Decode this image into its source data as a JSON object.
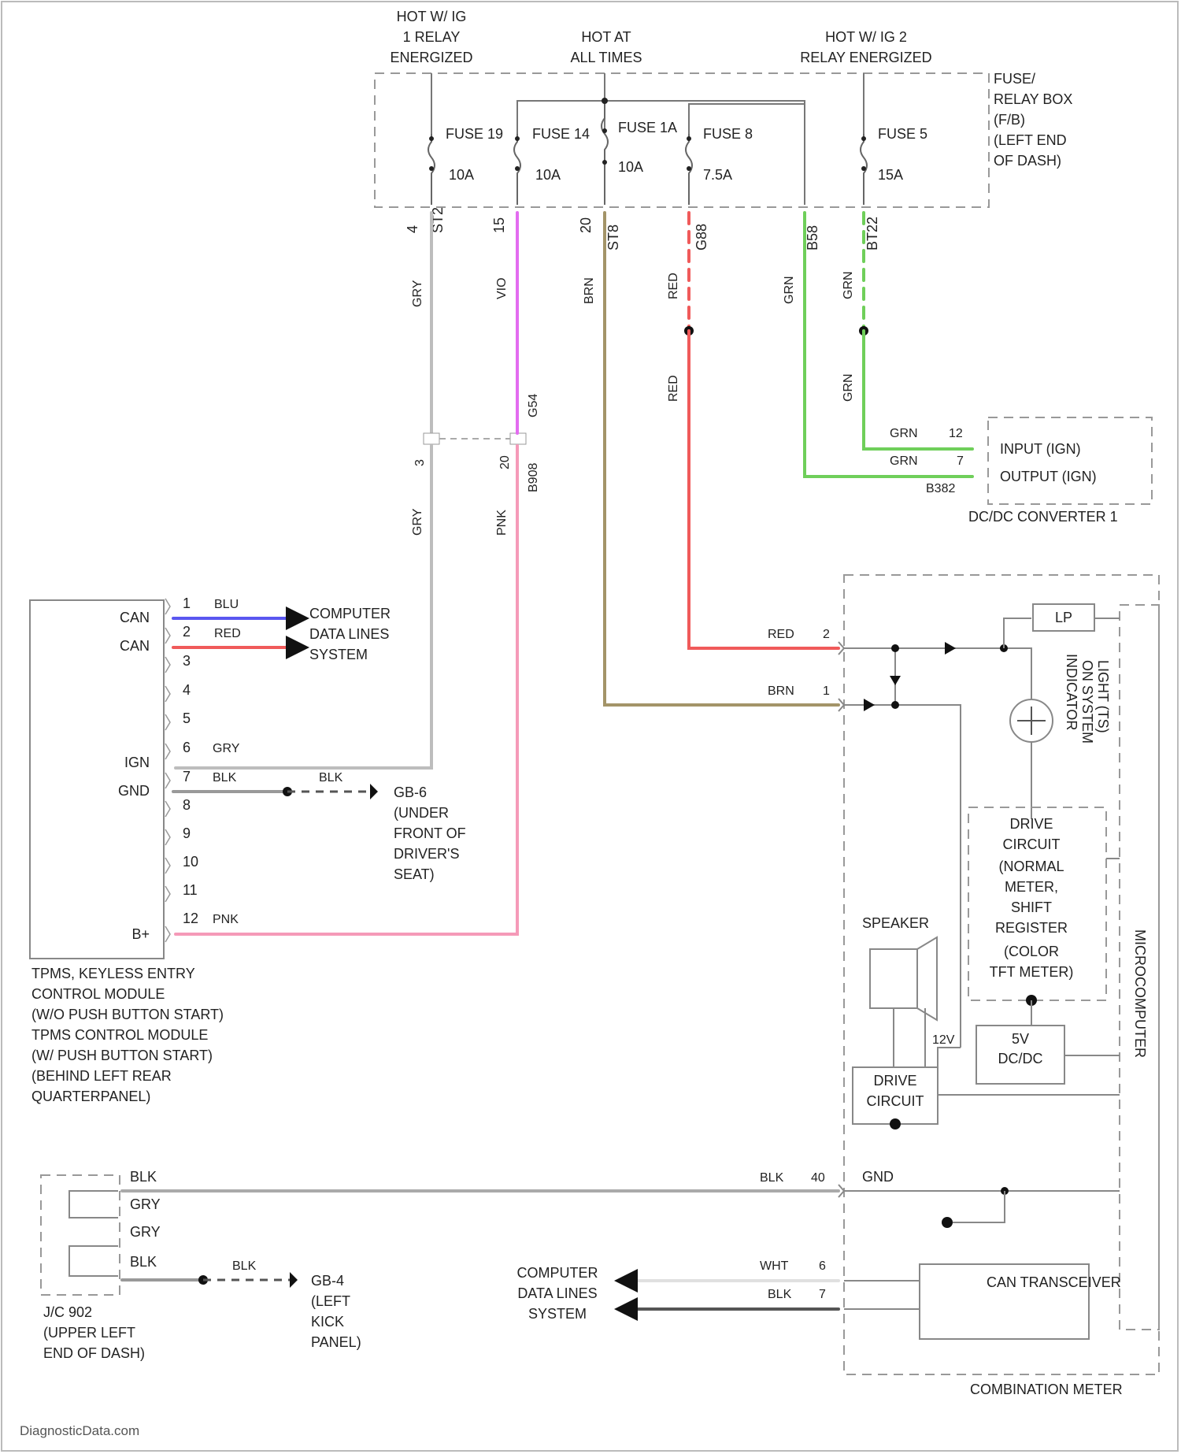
{
  "wire_colors": {
    "GRY": "#9e9e9e",
    "VIO": "#e36cf0",
    "BRN": "#a39468",
    "RED": "#f05a5a",
    "GRN": "#6fcf5a",
    "BLU": "#5a57f0",
    "PNK": "#f59ab8",
    "BLK": "#555555",
    "WHT": "#dddddd"
  },
  "header": {
    "hot_ig1": [
      "HOT W/ IG",
      "1 RELAY",
      "ENERGIZED"
    ],
    "hot_all": [
      "HOT AT",
      "ALL TIMES"
    ],
    "hot_ig2": [
      "HOT W/ IG 2",
      "RELAY ENERGIZED"
    ]
  },
  "fuse_box": {
    "label": [
      "FUSE/",
      "RELAY BOX",
      "(F/B)",
      "(LEFT END",
      "OF DASH)"
    ],
    "fuses": [
      {
        "name": "FUSE 19",
        "rating": "10A"
      },
      {
        "name": "FUSE 14",
        "rating": "10A"
      },
      {
        "name": "FUSE 1A",
        "rating": "10A"
      },
      {
        "name": "FUSE 8",
        "rating": "7.5A"
      },
      {
        "name": "FUSE 5",
        "rating": "15A"
      }
    ],
    "pins": [
      "4",
      "15",
      "20",
      "",
      "",
      ""
    ],
    "connectors": [
      "ST2",
      "",
      "ST8",
      "G88",
      "B58",
      "BT22"
    ]
  },
  "wires": {
    "fuse19": "GRY",
    "fuse14": "VIO",
    "fuse1a": "BRN",
    "fuse8_a": "RED",
    "fuse8_b": "RED",
    "feed_a": "GRN",
    "feed_b": "GRN",
    "fuse5": "GRN",
    "vio_conn": "G54",
    "lower_gry": "GRY",
    "lower_pnk": "PNK",
    "junction_pin_a": "3",
    "junction_pin_b": "20",
    "junction_conn": "B908"
  },
  "dcdc": {
    "label": "DC/DC CONVERTER 1",
    "input": "INPUT (IGN)",
    "output": "OUTPUT (IGN)",
    "input_wire": "GRN",
    "input_pin": "12",
    "output_wire": "GRN",
    "output_pin": "7",
    "conn": "B382"
  },
  "tpms": {
    "pins": [
      "1",
      "2",
      "3",
      "4",
      "5",
      "6",
      "7",
      "8",
      "9",
      "10",
      "11",
      "12"
    ],
    "can1": "CAN",
    "can2": "CAN",
    "ign": "IGN",
    "gnd": "GND",
    "bplus": "B+",
    "wire_blu": "BLU",
    "wire_red": "RED",
    "wire_gry": "GRY",
    "wire_blk": "BLK",
    "wire_blk2": "BLK",
    "wire_pnk": "PNK",
    "data_lines": [
      "COMPUTER",
      "DATA LINES",
      "SYSTEM"
    ],
    "ground": [
      "GB-6",
      "(UNDER",
      "FRONT OF",
      "DRIVER'S",
      "SEAT)"
    ],
    "label": [
      "TPMS, KEYLESS ENTRY",
      "CONTROL MODULE",
      "(W/O PUSH BUTTON START)",
      "TPMS CONTROL MODULE",
      "(W/ PUSH BUTTON START)",
      "(BEHIND LEFT REAR",
      "QUARTERPANEL)"
    ]
  },
  "meter": {
    "label": "COMBINATION METER",
    "red_wire": "RED",
    "red_pin": "2",
    "brn_wire": "BRN",
    "brn_pin": "1",
    "lp": "LP",
    "warning": [
      "ON SYSTEM",
      "INDICATOR",
      "LIGHT (TS)"
    ],
    "drive1": [
      "DRIVE",
      "CIRCUIT",
      "(NORMAL",
      "METER,",
      "SHIFT",
      "REGISTER",
      "(COLOR",
      "TFT METER)"
    ],
    "speaker": "SPEAKER",
    "dcdc5v": [
      "5V",
      "DC/DC"
    ],
    "drive2": [
      "DRIVE",
      "CIRCUIT"
    ],
    "v12": "12V",
    "microcomputer": "MICROCOMPUTER",
    "gnd": "GND",
    "blk_wire": "BLK",
    "blk_pin": "40",
    "wht_wire": "WHT",
    "wht_pin": "6",
    "blk2_wire": "BLK",
    "blk2_pin": "7",
    "can_transceiver": "CAN TRANSCEIVER"
  },
  "jc": {
    "wires": [
      "BLK",
      "GRY",
      "GRY",
      "BLK"
    ],
    "gnd_wire": "BLK",
    "label": [
      "J/C 902",
      "(UPPER LEFT",
      "END OF DASH)"
    ],
    "ground": [
      "GB-4",
      "(LEFT",
      "KICK",
      "PANEL)"
    ]
  },
  "bottom_data_lines": [
    "COMPUTER",
    "DATA LINES",
    "SYSTEM"
  ],
  "watermark": "DiagnosticData.com"
}
